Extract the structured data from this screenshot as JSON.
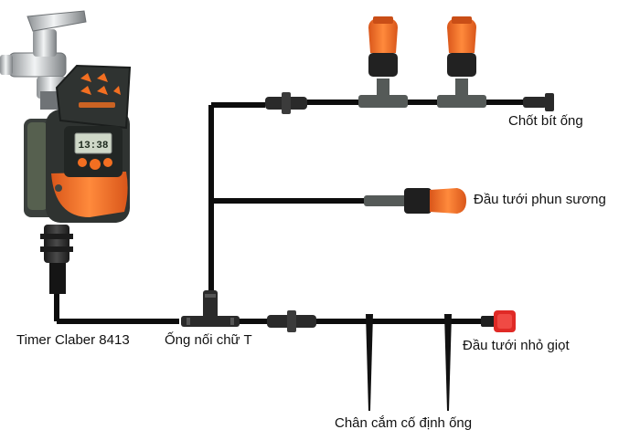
{
  "labels": {
    "timer": "Timer Claber 8413",
    "tee": "Ống nối chữ T",
    "end_plug": "Chốt bít ống",
    "mist_head": "Đầu tưới phun sương",
    "drip_head": "Đầu tưới nhỏ giọt",
    "stakes": "Chân cắm cố định ống"
  },
  "timer_screen": {
    "time": "13:38"
  },
  "colors": {
    "pipe": "#0d0d0d",
    "orange": "#f36f21",
    "drip_red": "#e02a26",
    "timer_body": "#2f3331",
    "fitting_gray": "#555a58",
    "lcd": "#cfd8c8"
  }
}
